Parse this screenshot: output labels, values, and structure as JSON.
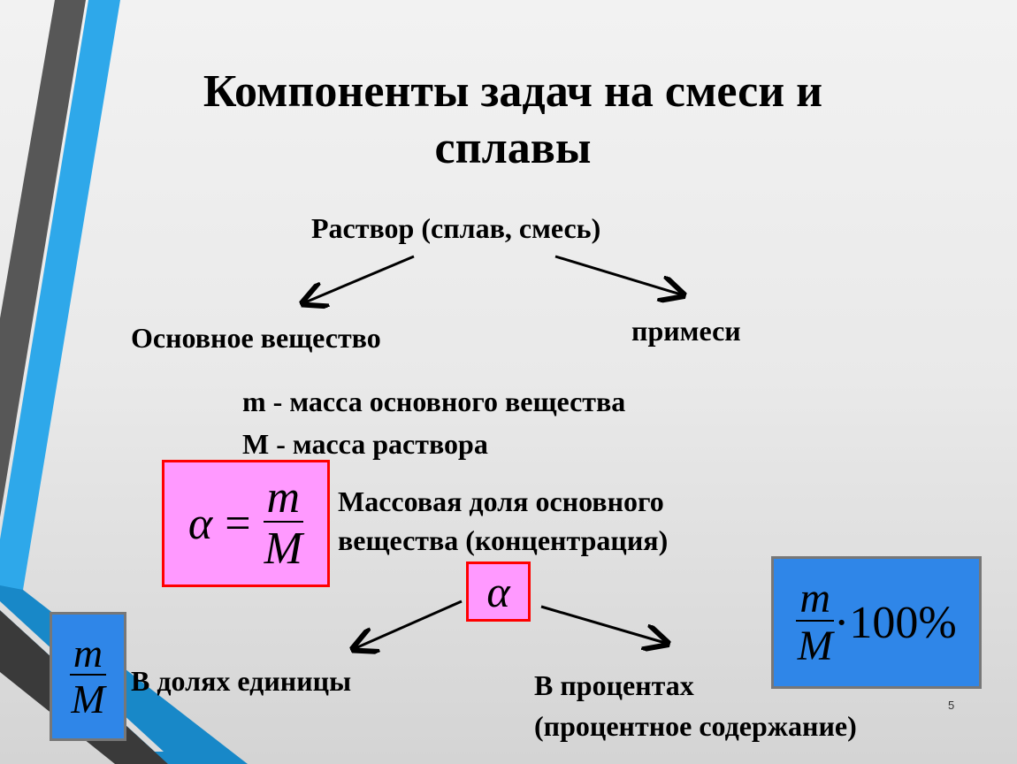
{
  "title": "Компоненты задач на смеси и сплавы",
  "root": "Раствор (сплав, смесь)",
  "left_branch": "Основное вещество",
  "right_branch": "примеси",
  "definitions": [
    "m - масса основного вещества",
    "M - масса раствора"
  ],
  "formula": {
    "lhs": "α",
    "eq": "=",
    "num": "m",
    "den": "M"
  },
  "formula_caption": [
    "Массовая доля основного",
    "вещества (концентрация)"
  ],
  "alpha_symbol": "α",
  "fraction_box": {
    "num": "m",
    "den": "M"
  },
  "fraction_label": "В долях единицы",
  "percent_label": [
    "В процентах",
    "(процентное содержание)"
  ],
  "percent_box": {
    "num": "m",
    "den": "M",
    "times": "·100%"
  },
  "page_number": "5",
  "colors": {
    "pink_box": "#ff99ff",
    "pink_border": "#ff0000",
    "blue_box": "#2f86e8",
    "stripe_blue": "#2ea8ea",
    "stripe_dark": "#555555"
  }
}
